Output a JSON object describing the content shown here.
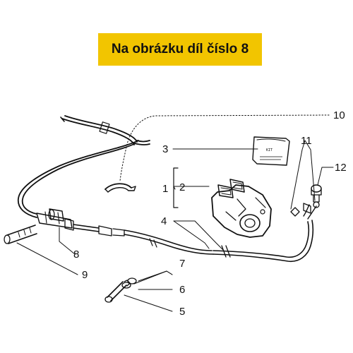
{
  "banner": {
    "text": "Na obrázku díl číslo 8",
    "color": "#f2c500"
  },
  "diagram": {
    "callouts": [
      {
        "id": "10",
        "label": "10"
      },
      {
        "id": "3",
        "label": "3"
      },
      {
        "id": "11",
        "label": "11"
      },
      {
        "id": "12",
        "label": "12"
      },
      {
        "id": "1",
        "label": "1"
      },
      {
        "id": "2",
        "label": "2"
      },
      {
        "id": "4",
        "label": "4"
      },
      {
        "id": "8",
        "label": "8"
      },
      {
        "id": "7",
        "label": "7"
      },
      {
        "id": "9",
        "label": "9"
      },
      {
        "id": "6",
        "label": "6"
      },
      {
        "id": "5",
        "label": "5"
      }
    ],
    "kit_label": "KIT"
  }
}
